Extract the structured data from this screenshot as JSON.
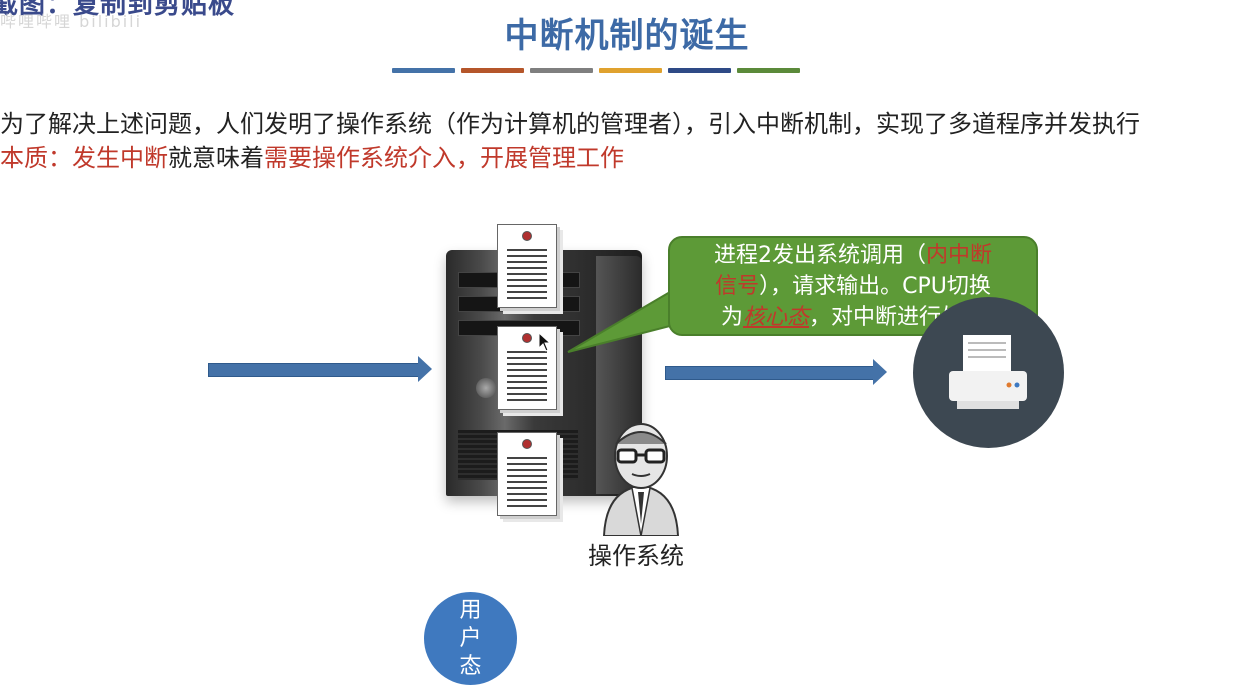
{
  "watermark": {
    "text": "截图：复制到剪贴板",
    "sub": "哔哩哔哩 bilibili"
  },
  "title": "中断机制的诞生",
  "title_bar_colors": [
    "#4472a8",
    "#b5562a",
    "#7f7f7f",
    "#e0a22e",
    "#2e4a86",
    "#5b8a3a"
  ],
  "paragraph1": "为了解决上述问题，人们发明了操作系统（作为计算机的管理者），引入中断机制，实现了多道程序并发执行",
  "paragraph2": {
    "part1": "本质：发生中断",
    "part2": "就意味着",
    "part3": "需要操作系统介入，开展管理工作"
  },
  "callout": {
    "p1": "进程2发出系统调用（",
    "p2": "内中断",
    "p3": "信号",
    "p4": "），请求输出。CPU切换",
    "p5": "为",
    "p6": "核心态",
    "p7": "，对中断进行处理"
  },
  "os_label": "操作系统",
  "user_mode": {
    "c1": "用",
    "c2": "户",
    "c3": "态"
  },
  "icons": [
    "arrow-right-icon",
    "server-icon",
    "document-icon",
    "mouse-cursor-icon",
    "operator-person-icon",
    "printer-icon"
  ],
  "colors": {
    "title": "#3d6aa6",
    "accent_red": "#c0392b",
    "callout_green": "#5d9a37",
    "arrow_blue": "#4472a8",
    "user_circle": "#3f79bf",
    "printer_bg": "#3d4852"
  }
}
